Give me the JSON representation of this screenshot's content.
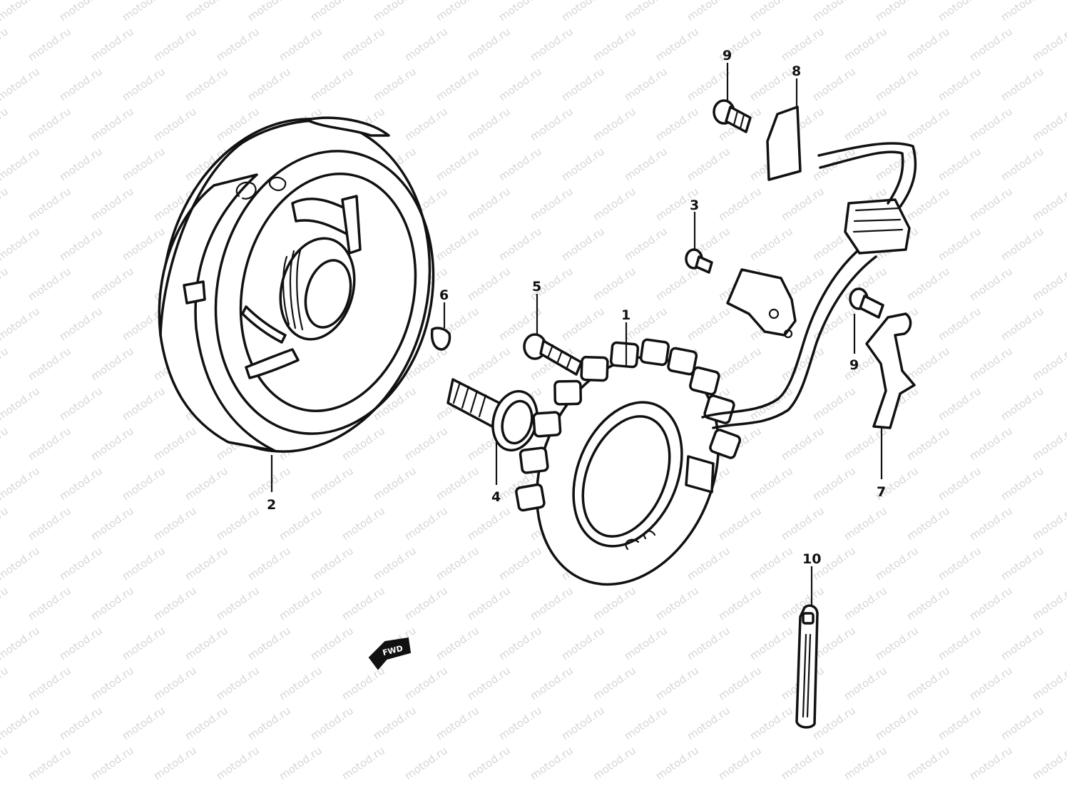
{
  "watermark": {
    "text": "motod.ru"
  },
  "parts": [
    {
      "id": "stator",
      "number": "1"
    },
    {
      "id": "rotor",
      "number": "2"
    },
    {
      "id": "bolt-small-left",
      "number": "3"
    },
    {
      "id": "rotor-bolt",
      "number": "4"
    },
    {
      "id": "stator-screw",
      "number": "5"
    },
    {
      "id": "woodruff-key",
      "number": "6"
    },
    {
      "id": "wire-clamp",
      "number": "7"
    },
    {
      "id": "clip",
      "number": "8"
    },
    {
      "id": "bolt-top",
      "number": "9"
    },
    {
      "id": "bolt-right",
      "number": "9"
    },
    {
      "id": "cable-tie",
      "number": "10"
    }
  ],
  "fwd_marker": {
    "text": "FWD"
  }
}
